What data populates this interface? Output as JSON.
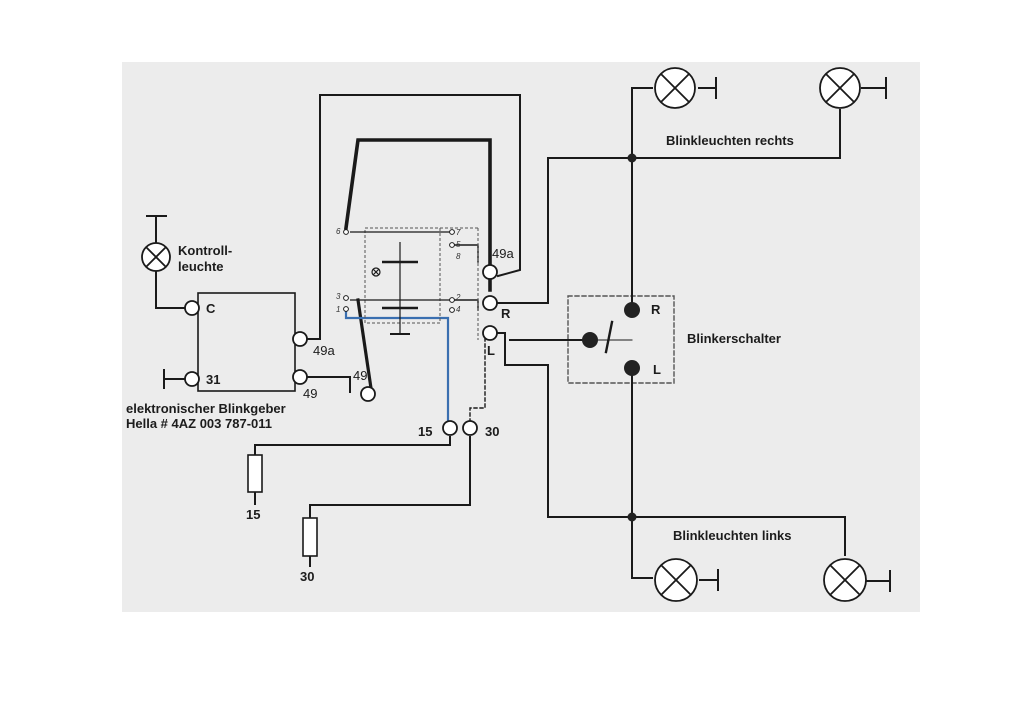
{
  "labels": {
    "kontroll_line1": "Kontroll-",
    "kontroll_line2": "leuchte",
    "term_c": "C",
    "term_31": "31",
    "term_49a_box": "49a",
    "term_49_box": "49",
    "term_49_relay": "49",
    "term_49a_relay": "49a",
    "term_r_relay": "R",
    "term_l_relay": "L",
    "term_15": "15",
    "term_30": "30",
    "fuse_15": "15",
    "fuse_30": "30",
    "switch_r": "R",
    "switch_l": "L",
    "blinkerschalter": "Blinkerschalter",
    "blinkleuchten_rechts": "Blinkleuchten rechts",
    "blinkleuchten_links": "Blinkleuchten links",
    "geber_line1": "elektronischer Blinkgeber",
    "geber_line2": "Hella # 4AZ 003 787-011"
  },
  "pins": {
    "p6": "6",
    "p5": "5",
    "p4": "4",
    "p3": "3",
    "p1": "1",
    "p2": "2",
    "p7": "7",
    "p8": "8"
  },
  "colors": {
    "wire": "#1a1a1a",
    "blue_wire": "#3a6fb0",
    "paper": "#ececec",
    "dashed": "#555555"
  }
}
